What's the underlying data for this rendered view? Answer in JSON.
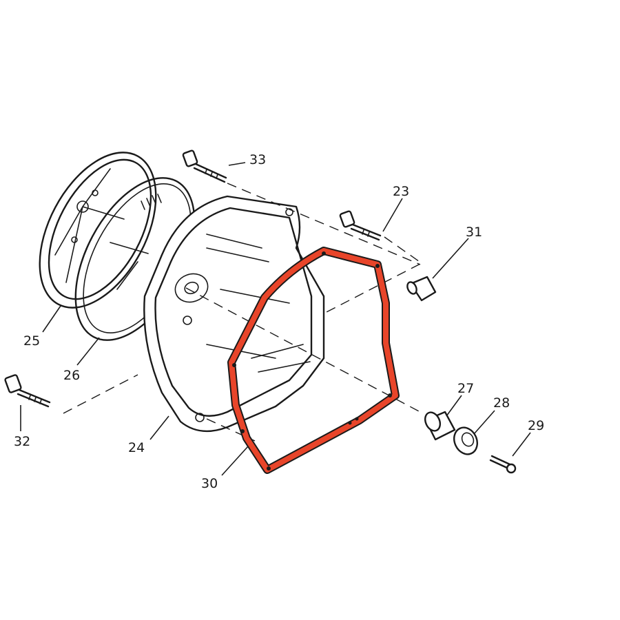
{
  "diagram": {
    "highlight_color": "#e8452a",
    "line_color": "#1a1a1a",
    "background": "#ffffff",
    "callouts": [
      {
        "id": "23",
        "text": "23"
      },
      {
        "id": "24",
        "text": "24"
      },
      {
        "id": "25",
        "text": "25"
      },
      {
        "id": "26",
        "text": "26"
      },
      {
        "id": "27",
        "text": "27"
      },
      {
        "id": "28",
        "text": "28"
      },
      {
        "id": "29",
        "text": "29"
      },
      {
        "id": "30",
        "text": "30"
      },
      {
        "id": "31",
        "text": "31"
      },
      {
        "id": "32",
        "text": "32"
      },
      {
        "id": "33",
        "text": "33"
      }
    ],
    "highlighted_part": "30"
  }
}
